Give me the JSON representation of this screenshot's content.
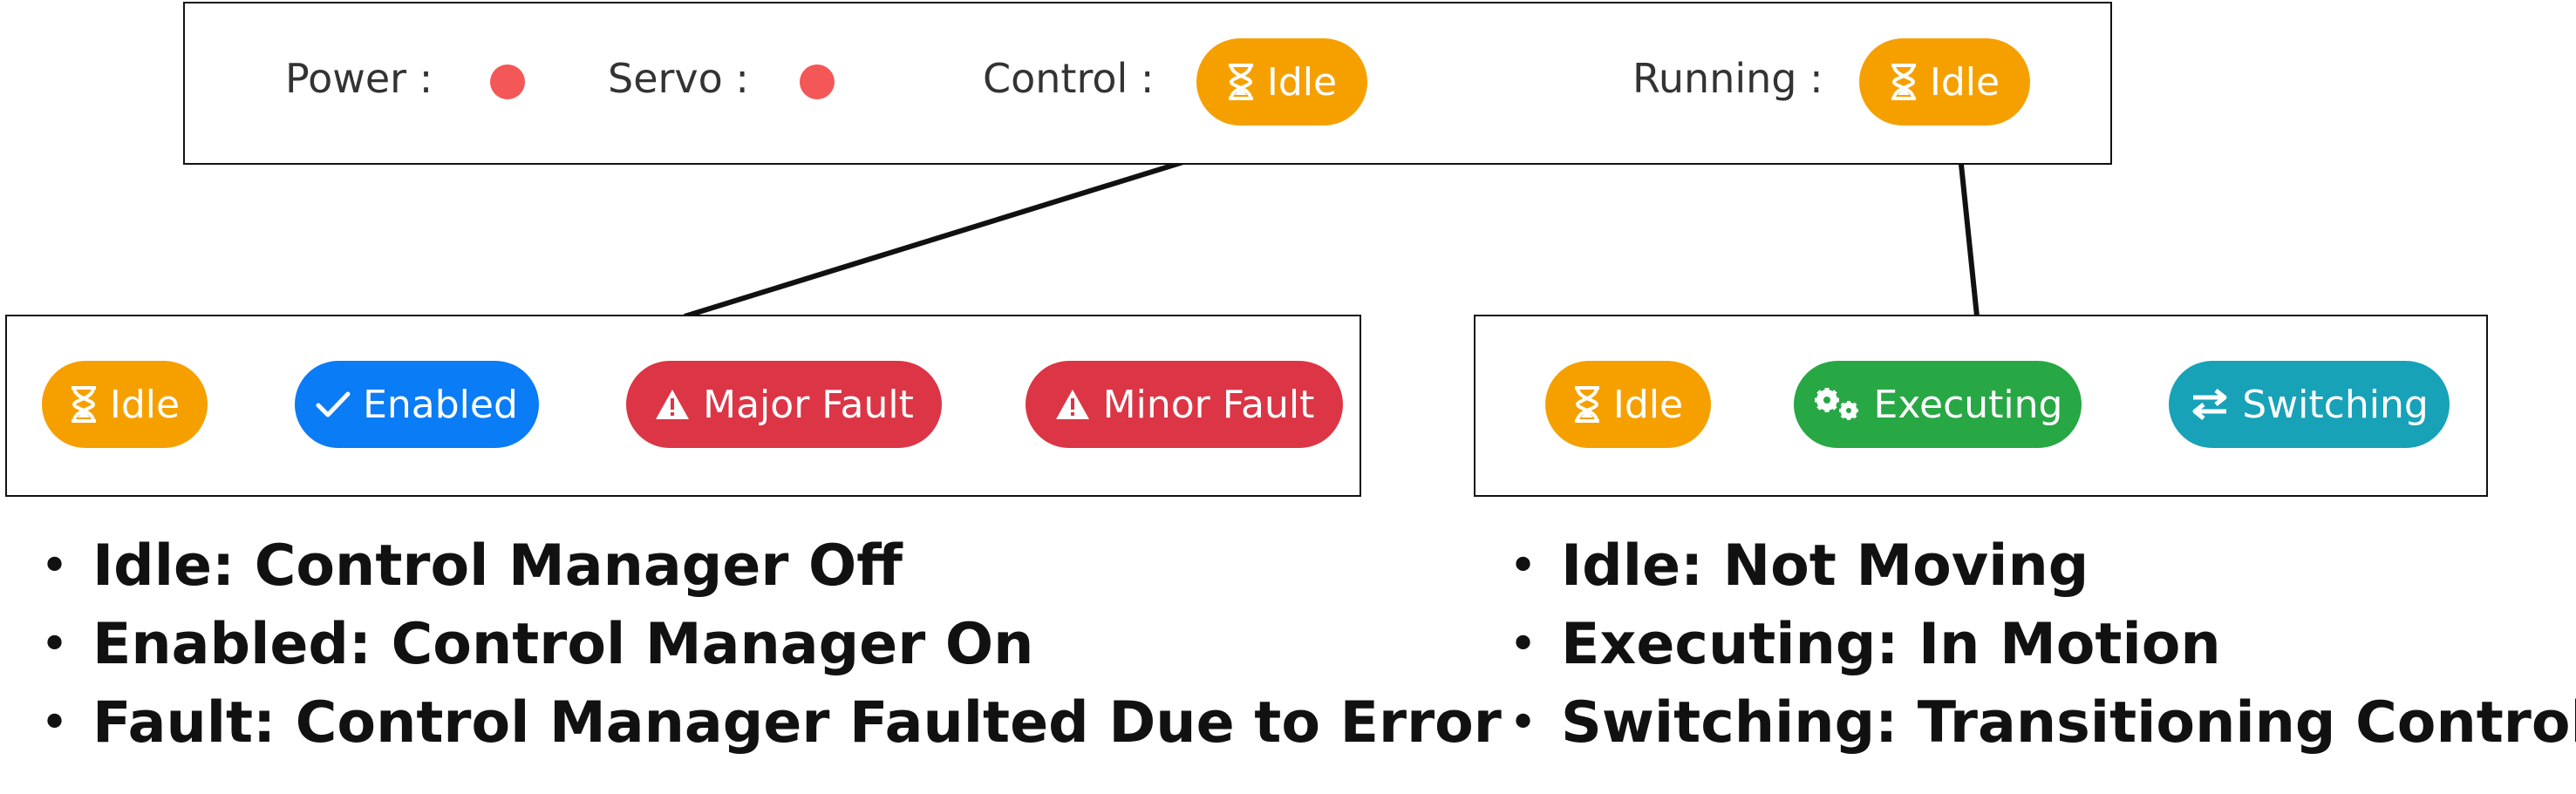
{
  "colors": {
    "idle": "#F6A000",
    "enabled": "#0A7CF5",
    "fault": "#DC3545",
    "executing": "#28A745",
    "switching": "#17A2B8",
    "dot_red": "#F45757"
  },
  "status_bar": {
    "power_label": "Power :",
    "servo_label": "Servo :",
    "control_label": "Control :",
    "control_badge": "Idle",
    "running_label": "Running :",
    "running_badge": "Idle"
  },
  "control_states": {
    "badges": [
      {
        "label": "Idle",
        "icon": "hourglass-icon"
      },
      {
        "label": "Enabled",
        "icon": "check-icon"
      },
      {
        "label": "Major Fault",
        "icon": "warning-icon"
      },
      {
        "label": "Minor Fault",
        "icon": "warning-icon"
      }
    ]
  },
  "running_states": {
    "badges": [
      {
        "label": "Idle",
        "icon": "hourglass-icon"
      },
      {
        "label": "Executing",
        "icon": "gears-icon"
      },
      {
        "label": "Switching",
        "icon": "arrows-exchange-icon"
      }
    ]
  },
  "legend_control": [
    "Idle: Control Manager Off",
    "Enabled: Control Manager On",
    "Fault: Control Manager Faulted Due to Error"
  ],
  "legend_running": [
    "Idle: Not Moving",
    "Executing: In Motion",
    "Switching: Transitioning Controls"
  ]
}
